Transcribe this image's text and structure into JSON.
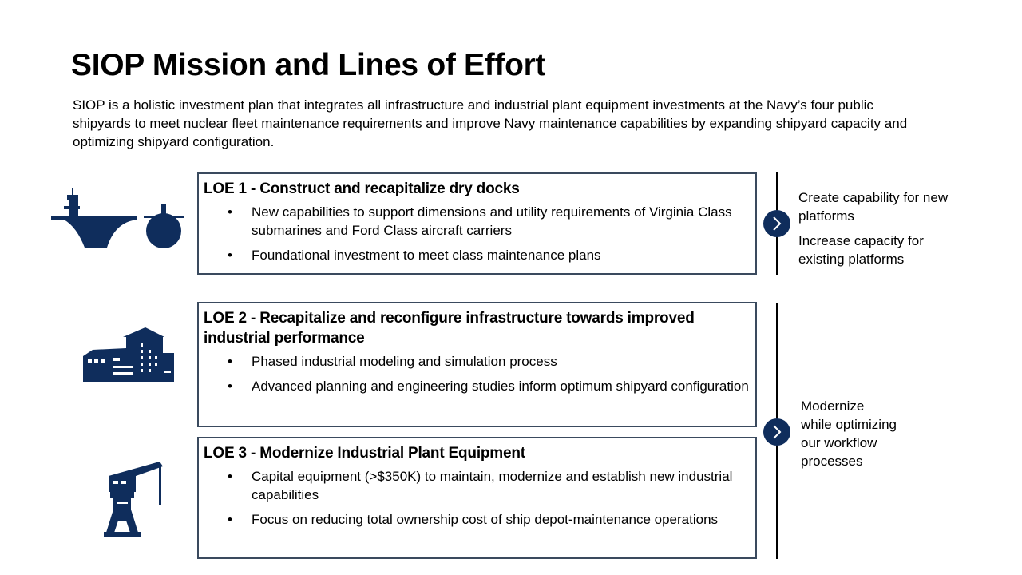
{
  "title": "SIOP Mission and Lines of Effort",
  "intro": "SIOP is a holistic investment plan that integrates all infrastructure and industrial plant equipment investments at the Navy’s four public shipyards to meet nuclear fleet maintenance requirements and improve Navy maintenance capabilities by expanding shipyard capacity and optimizing shipyard configuration.",
  "colors": {
    "navy": "#0f2d5c",
    "border": "#3a4a5e"
  },
  "loes": [
    {
      "heading": "LOE 1 - Construct and recapitalize dry docks",
      "icon": "ship-and-submarine-icon",
      "bullets": [
        "New capabilities to support dimensions and utility requirements of Virginia Class submarines and Ford Class aircraft carriers",
        "Foundational investment to meet class maintenance plans"
      ]
    },
    {
      "heading": "LOE 2 - Recapitalize and reconfigure infrastructure towards improved industrial performance",
      "icon": "factory-building-icon",
      "bullets": [
        "Phased industrial modeling and simulation process",
        "Advanced planning and engineering studies inform optimum shipyard configuration"
      ]
    },
    {
      "heading": "LOE 3 - Modernize Industrial Plant Equipment",
      "icon": "crane-icon",
      "bullets": [
        "Capital equipment (>$350K) to maintain, modernize and establish new industrial capabilities",
        "Focus on reducing total ownership cost of ship depot-maintenance operations"
      ]
    }
  ],
  "outcomes": {
    "group1": {
      "line1": "Create capability for new platforms",
      "line2": "Increase capacity for existing platforms"
    },
    "group2": {
      "text": "Modernize\nwhile optimizing\nour workflow\nprocesses"
    }
  }
}
